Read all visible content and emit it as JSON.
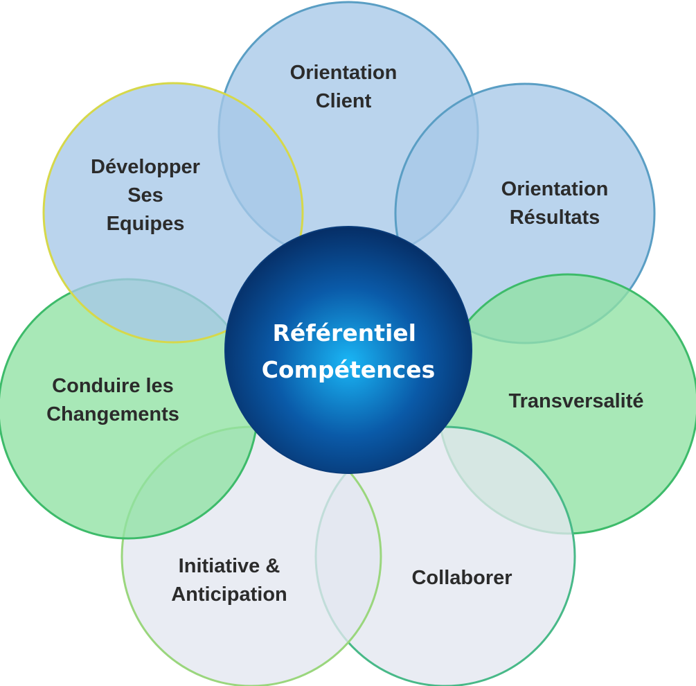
{
  "center": {
    "lines": [
      "Référentiel",
      "Compétences"
    ]
  },
  "petals": [
    {
      "id": "orientation-client",
      "lines": [
        "Orientation",
        "Client"
      ],
      "fill": "#a6c8e8",
      "stroke": "#5a9ec4"
    },
    {
      "id": "orientation-resultats",
      "lines": [
        "Orientation",
        "Résultats"
      ],
      "fill": "#a6c8e8",
      "stroke": "#5a9ec4"
    },
    {
      "id": "transversalite",
      "lines": [
        "Transversalité"
      ],
      "fill": "#8fe2a3",
      "stroke": "#3dbb6a"
    },
    {
      "id": "collaborer",
      "lines": [
        "Collaborer"
      ],
      "fill": "#e3e7ef",
      "stroke": "#48b988"
    },
    {
      "id": "initiative-anticipation",
      "lines": [
        "Initiative &",
        "Anticipation"
      ],
      "fill": "#e3e7ef",
      "stroke": "#9ad67d"
    },
    {
      "id": "conduire-les-changements",
      "lines": [
        "Conduire les",
        "Changements"
      ],
      "fill": "#8fe2a3",
      "stroke": "#3dbb6a"
    },
    {
      "id": "developper-ses-equipes",
      "lines": [
        "Développer",
        "Ses",
        "Equipes"
      ],
      "fill": "#a6c8e8",
      "stroke": "#d6d84a"
    }
  ],
  "colors": {
    "center_inner": "#1ab6f5",
    "center_mid": "#0a5aa8",
    "center_outer": "#062e66"
  }
}
